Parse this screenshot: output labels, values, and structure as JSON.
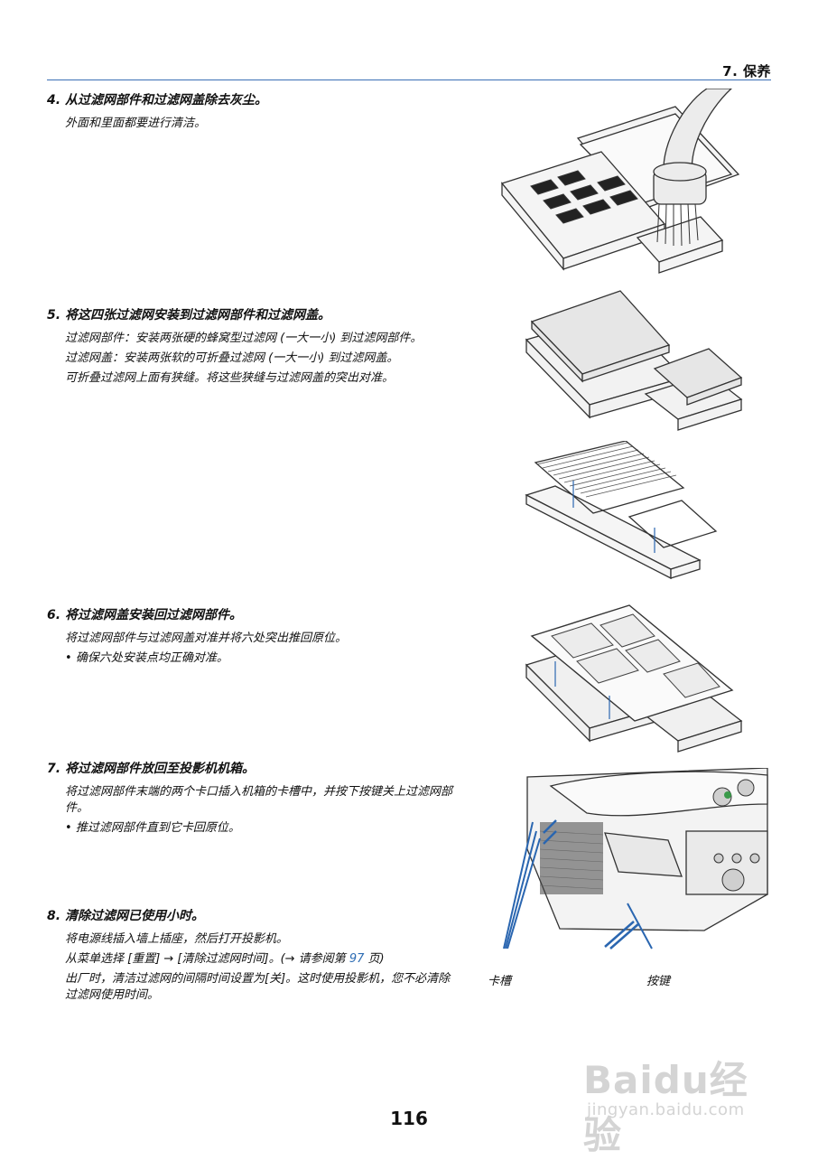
{
  "header": {
    "title": "7. 保养"
  },
  "steps": [
    {
      "num": "4.",
      "title": "从过滤网部件和过滤网盖除去灰尘。",
      "paras": [
        "外面和里面都要进行清洁。"
      ]
    },
    {
      "num": "5.",
      "title": "将这四张过滤网安装到过滤网部件和过滤网盖。",
      "paras": [
        "过滤网部件：安装两张硬的蜂窝型过滤网 (一大一小) 到过滤网部件。",
        "过滤网盖：安装两张软的可折叠过滤网 (一大一小) 到过滤网盖。",
        "可折叠过滤网上面有狭缝。将这些狭缝与过滤网盖的突出对准。"
      ]
    },
    {
      "num": "6.",
      "title": "将过滤网盖安装回过滤网部件。",
      "paras": [
        "将过滤网部件与过滤网盖对准并将六处突出推回原位。",
        "确保六处安装点均正确对准。"
      ]
    },
    {
      "num": "7.",
      "title": "将过滤网部件放回至投影机机箱。",
      "paras": [
        "将过滤网部件末端的两个卡口插入机箱的卡槽中，并按下按键关上过滤网部件。",
        "推过滤网部件直到它卡回原位。"
      ]
    },
    {
      "num": "8.",
      "title": "清除过滤网已使用小时。",
      "paras": [
        "将电源线插入墙上插座，然后打开投影机。",
        "出厂时，清洁过滤网的间隔时间设置为[关]。这时使用投影机，您不必清除过滤网使用时间。"
      ],
      "menu": {
        "prefix": "从菜单选择 [重置] → [清除过滤网时间]。(→ 请参阅第 ",
        "page": "97",
        "suffix": " 页)"
      }
    }
  ],
  "figure_labels": {
    "slot": "卡槽",
    "button": "按键"
  },
  "page_number": "116",
  "watermark": {
    "logo": "Baidu经验",
    "url": "jingyan.baidu.com"
  },
  "colors": {
    "rule": "#3a6fb5",
    "link": "#2e6db4",
    "arrow": "#2a66b0"
  }
}
